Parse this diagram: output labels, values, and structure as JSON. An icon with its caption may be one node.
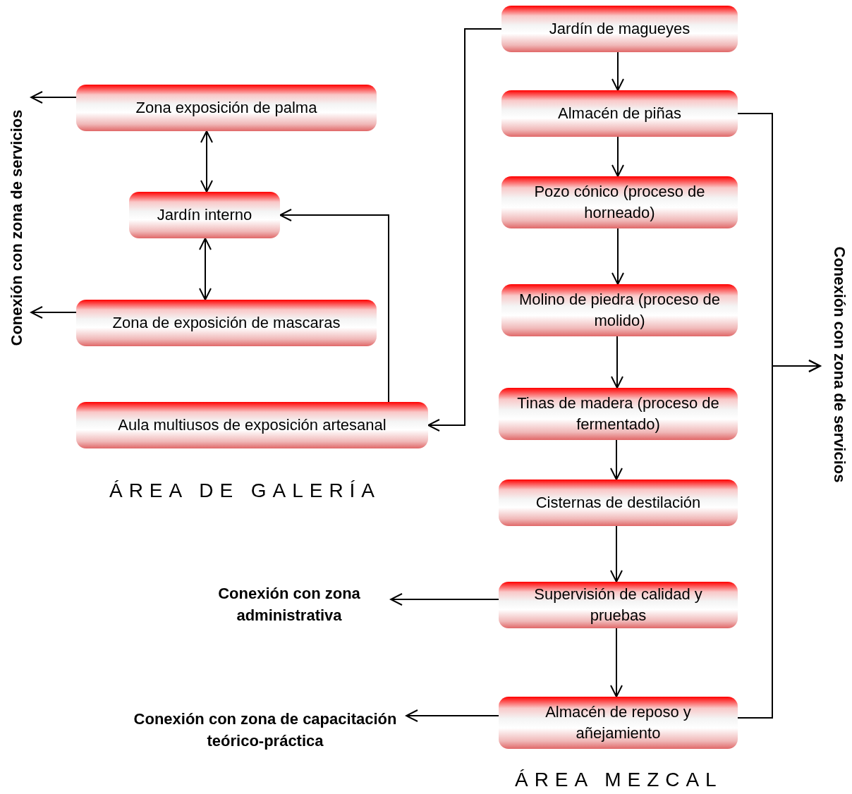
{
  "diagram": {
    "nodes": [
      {
        "text": [
          "Zona exposición de palma"
        ]
      },
      {
        "text": [
          "Jardín interno"
        ]
      },
      {
        "text": [
          "Zona de exposición de mascaras"
        ]
      },
      {
        "text": [
          "Aula multiusos de exposición artesanal"
        ]
      },
      {
        "text": [
          "Jardín de magueyes"
        ]
      },
      {
        "text": [
          "Almacén de piñas"
        ]
      },
      {
        "text": [
          "Pozo cónico (proceso de horneado)"
        ]
      },
      {
        "text": [
          "Molino de piedra (proceso de molido)"
        ]
      },
      {
        "text": [
          "Tinas de madera (proceso de fermentado)"
        ]
      },
      {
        "text": [
          "Cisternas de destilación"
        ]
      },
      {
        "text": [
          "Supervisión de calidad y pruebas"
        ]
      },
      {
        "text": [
          "Almacén de reposo y añejamiento"
        ]
      },
      {
        "text": [
          "Conexión con zona de servicios"
        ]
      },
      {
        "text": [
          "Conexión con zona de servicios"
        ]
      },
      {
        "text": [
          "Conexión con zona administrativa"
        ]
      },
      {
        "text": [
          "Conexión con zona de capacitación teórico-práctica"
        ]
      }
    ],
    "edges": [
      {
        "from": 0,
        "to": 1,
        "arrow": "both"
      },
      {
        "from": 1,
        "to": 2,
        "arrow": "both"
      },
      {
        "from": 3,
        "to": 1,
        "arrow": "to"
      },
      {
        "from": 4,
        "to": 3,
        "arrow": "to"
      },
      {
        "from": 4,
        "to": 5,
        "arrow": "to"
      },
      {
        "from": 5,
        "to": 6,
        "arrow": "to"
      },
      {
        "from": 6,
        "to": 7,
        "arrow": "to"
      },
      {
        "from": 7,
        "to": 8,
        "arrow": "to"
      },
      {
        "from": 8,
        "to": 9,
        "arrow": "to"
      },
      {
        "from": 9,
        "to": 10,
        "arrow": "to"
      },
      {
        "from": 10,
        "to": 11,
        "arrow": "to"
      },
      {
        "from": 5,
        "to": 13,
        "arrow": "to"
      },
      {
        "from": 11,
        "to": 13,
        "arrow": "to"
      },
      {
        "from": 10,
        "to": 14,
        "arrow": "to"
      },
      {
        "from": 11,
        "to": 15,
        "arrow": "to"
      },
      {
        "from": 0,
        "to": 12,
        "arrow": "to"
      },
      {
        "from": 2,
        "to": 12,
        "arrow": "to"
      }
    ],
    "labels": [
      "ÁREA DE GALERÍA",
      "ÁREA MEZCAL"
    ]
  }
}
